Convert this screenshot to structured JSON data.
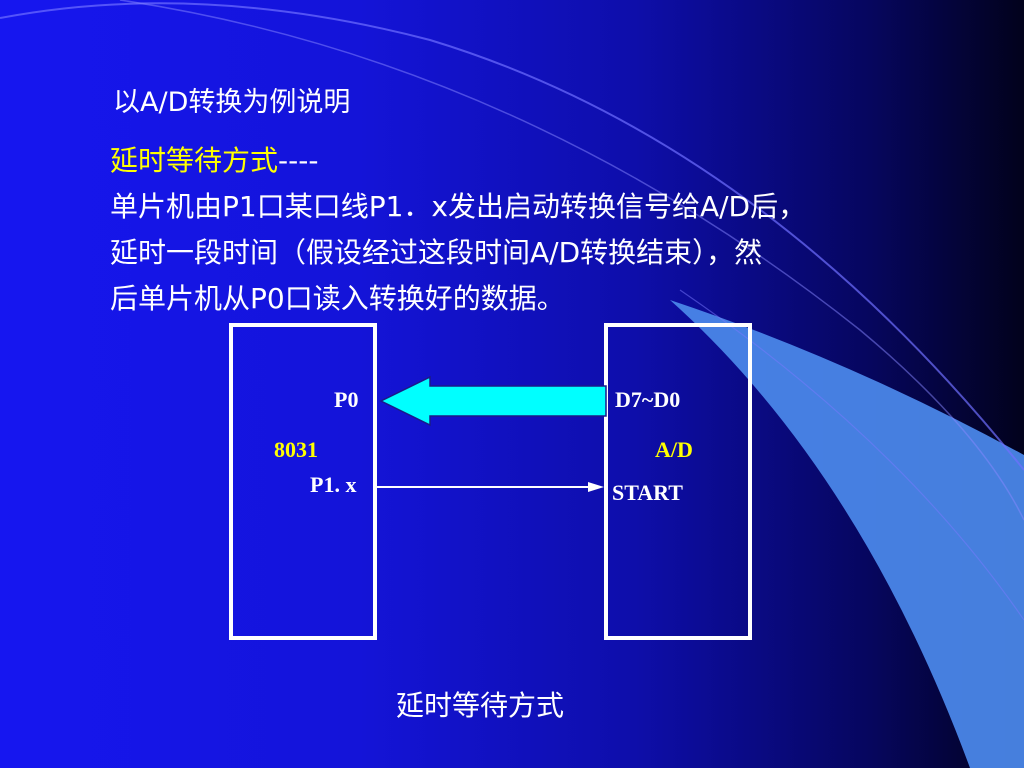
{
  "slide": {
    "title": "以A/D转换为例说明",
    "subtitle_main": "延时等待方式",
    "subtitle_dashes": "----",
    "description_lines": [
      "单片机由P1口某口线P1．x发出启动转换信号给A/D后，",
      "延时一段时间（假设经过这段时间A/D转换结束），然",
      "后单片机从P0口读入转换好的数据。"
    ],
    "caption": "延时等待方式"
  },
  "diagram": {
    "mcu": {
      "name": "8031",
      "port_p0": "P0",
      "port_p1x": "P1. x"
    },
    "adc": {
      "name": "A/D",
      "data_pins": "D7~D0",
      "start_pin": "START"
    }
  },
  "colors": {
    "background": "#1414d8",
    "highlight_text": "#ffff00",
    "data_arrow": "#00ffff",
    "lines": "#ffffff",
    "decor_band": "#4a86e8"
  }
}
